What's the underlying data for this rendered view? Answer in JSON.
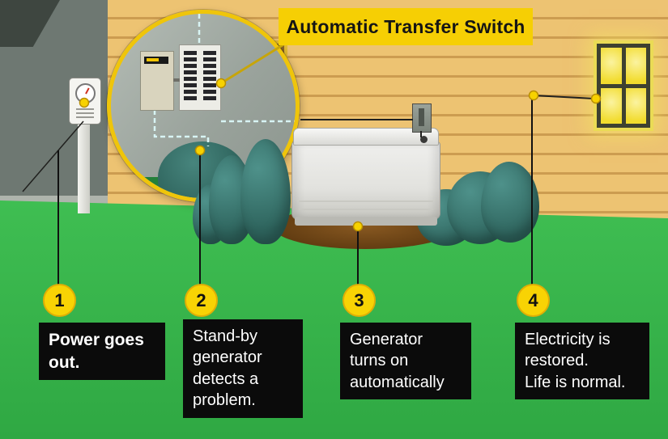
{
  "label": {
    "text": "Automatic Transfer Switch"
  },
  "steps": [
    {
      "number": "1",
      "text": "Power goes\nout."
    },
    {
      "number": "2",
      "text": "Stand-by\ngenerator\ndetects a\nproblem."
    },
    {
      "number": "3",
      "text": "Generator\nturns on\nautomatically"
    },
    {
      "number": "4",
      "text": "Electricity is\nrestored.\nLife is normal."
    }
  ],
  "colors": {
    "accent_yellow": "#F6CF04",
    "grass_green": "#35B44A",
    "siding_tan": "#EDC372",
    "wall_gray": "#6E7872",
    "bush_teal": "#3F7F78",
    "dirt_brown": "#7B4A1A",
    "callout_black": "#0B0B0B",
    "window_glow": "#F2DC2E",
    "dashed_wire": "#D8F4F4"
  }
}
